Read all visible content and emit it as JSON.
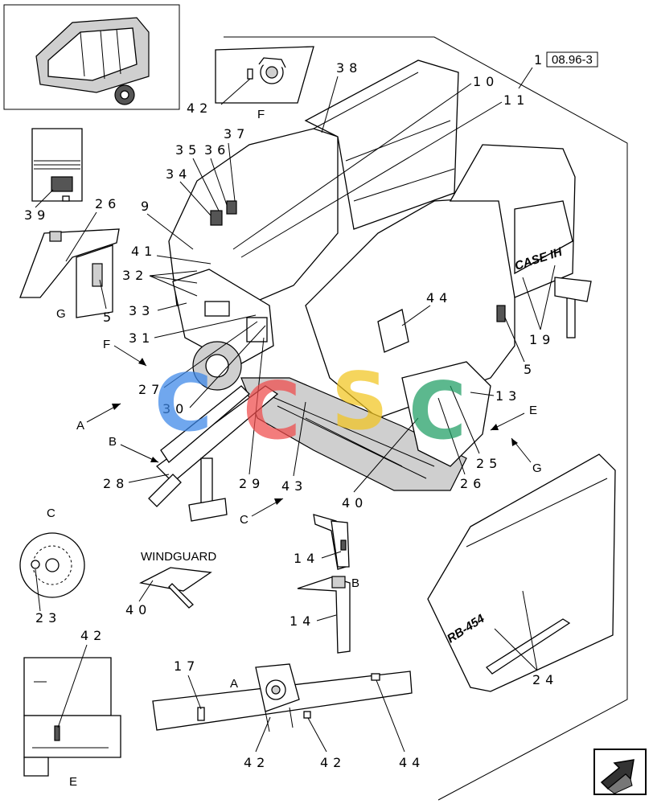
{
  "ref_code": "08.96-3",
  "brand_decal": "CASE IH",
  "model_decal": "RB-454",
  "windguard_label": "WINDGUARD",
  "callouts": {
    "c1": "1",
    "c5a": "5",
    "c5b": "5",
    "c9": "9",
    "c10": "10",
    "c11": "11",
    "c13": "13",
    "c14a": "14",
    "c14b": "14",
    "c17": "17",
    "c19": "19",
    "c23": "23",
    "c24": "24",
    "c25": "25",
    "c26a": "26",
    "c26b": "26",
    "c27": "27",
    "c28": "28",
    "c29": "29",
    "c30": "30",
    "c31": "31",
    "c32": "32",
    "c33": "33",
    "c34": "34",
    "c35": "35",
    "c36": "36",
    "c37": "37",
    "c38": "38",
    "c39": "39",
    "c40a": "40",
    "c40b": "40",
    "c41": "41",
    "c42a": "42",
    "c42b": "42",
    "c42c": "42",
    "c42d": "42",
    "c43": "43",
    "c44a": "44",
    "c44b": "44"
  },
  "view_letters": {
    "A_arrow": "A",
    "B_arrow": "B",
    "C_arrow": "C",
    "E_arrow": "E",
    "F_arrow": "F",
    "G_arrow": "G",
    "F_detail": "F",
    "G_detail": "G",
    "C_detail": "C",
    "B_detail": "B",
    "A_detail": "A",
    "E_detail": "E"
  },
  "watermark_letters": [
    "C",
    "C",
    "S",
    "C"
  ],
  "watermark_colors": {
    "blue": "#3a86e8",
    "red": "#ef4b4b",
    "yellow": "#f2c520",
    "green": "#1e9e63"
  },
  "nav_icon": "next-page-arrow-icon"
}
